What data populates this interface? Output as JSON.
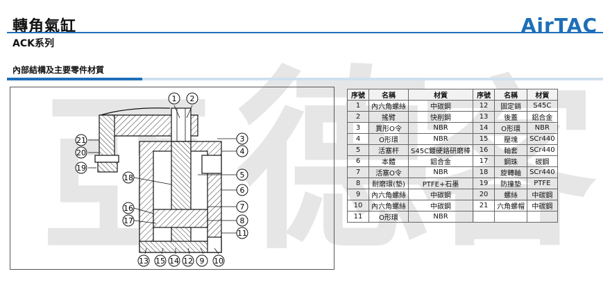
{
  "header": {
    "title": "轉角氣缸",
    "subtitle": "ACK系列",
    "logo_text": "AirTAC",
    "accent_color": "#1d6fb8"
  },
  "watermark": {
    "chars": [
      "亞",
      "德",
      "客"
    ],
    "color": "#e6e6e6"
  },
  "section": {
    "title": "內部結構及主要零件材質"
  },
  "diagram": {
    "callouts_top": [
      "1",
      "2"
    ],
    "callouts_right": [
      "3",
      "4",
      "5",
      "6",
      "7",
      "8",
      "11"
    ],
    "callouts_left": [
      "21",
      "20",
      "19",
      "18",
      "16",
      "17"
    ],
    "callouts_bottom": [
      "13",
      "15",
      "14",
      "12",
      "9",
      "10"
    ]
  },
  "parts_table": {
    "headers": [
      "序號",
      "名稱",
      "材質",
      "序號",
      "名稱",
      "材質"
    ],
    "rows": [
      [
        "1",
        "內六角螺絲",
        "中碳鋼",
        "12",
        "固定銷",
        "S45C"
      ],
      [
        "2",
        "搖臂",
        "快削鋼",
        "13",
        "後蓋",
        "鋁合金"
      ],
      [
        "3",
        "異形O令",
        "NBR",
        "14",
        "O形環",
        "NBR"
      ],
      [
        "4",
        "O形環",
        "NBR",
        "15",
        "壓塊",
        "SCr440"
      ],
      [
        "5",
        "活塞杆",
        "S45C鍍硬鉻研磨棒",
        "16",
        "軸套",
        "SCr440"
      ],
      [
        "6",
        "本體",
        "鋁合金",
        "17",
        "鋼珠",
        "碳鋼"
      ],
      [
        "7",
        "活塞O令",
        "NBR",
        "18",
        "旋轉軸",
        "SCr440"
      ],
      [
        "8",
        "耐磨環(墊)",
        "PTFE+石墨",
        "19",
        "防撞墊",
        "PTFE"
      ],
      [
        "9",
        "內六角螺絲",
        "中碳鋼",
        "20",
        "螺絲",
        "中碳鋼"
      ],
      [
        "10",
        "內六角螺絲",
        "中碳鋼",
        "21",
        "六角螺帽",
        "中碳鋼"
      ],
      [
        "11",
        "O形環",
        "NBR",
        "",
        "",
        ""
      ]
    ]
  }
}
